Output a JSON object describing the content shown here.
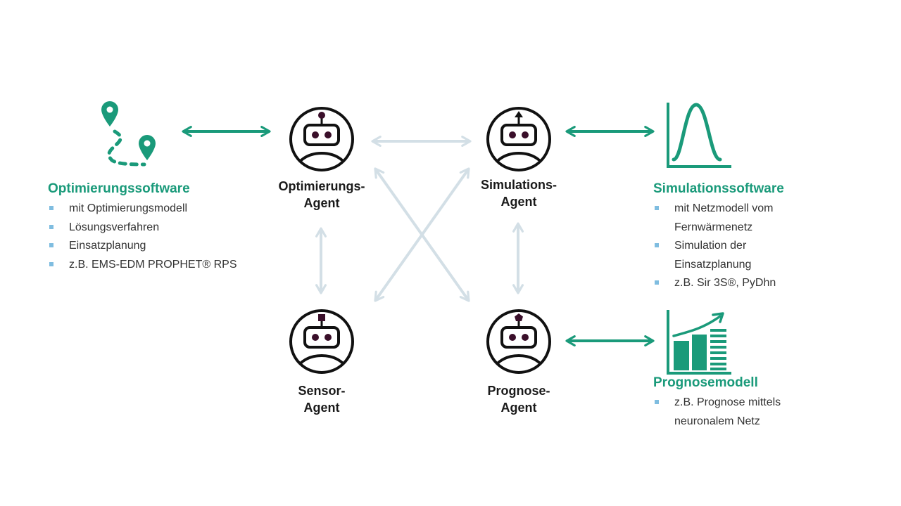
{
  "colors": {
    "accent_green": "#1a9a7a",
    "arrow_light": "#d3dfe6",
    "robot_dark": "#111111",
    "robot_eye": "#3a0f2a",
    "bullet_marker": "#7fbde0"
  },
  "agents": [
    {
      "id": "optimierung",
      "line1": "Optimierungs-",
      "line2": "Agent",
      "antenna": "circle"
    },
    {
      "id": "simulation",
      "line1": "Simulations-",
      "line2": "Agent",
      "antenna": "arrow"
    },
    {
      "id": "sensor",
      "line1": "Sensor-",
      "line2": "Agent",
      "antenna": "square"
    },
    {
      "id": "prognose",
      "line1": "Prognose-",
      "line2": "Agent",
      "antenna": "pentagon"
    }
  ],
  "panels": {
    "optimierung": {
      "title": "Optimierungssoftware",
      "icon": "route-map-pins-icon",
      "items": [
        {
          "lines": [
            "mit Optimierungsmodell"
          ]
        },
        {
          "lines": [
            "Lösungsverfahren"
          ]
        },
        {
          "lines": [
            "Einsatzplanung"
          ]
        },
        {
          "lines": [
            "z.B. EMS-EDM PROPHET® RPS"
          ]
        }
      ]
    },
    "simulation": {
      "title": "Simulationssoftware",
      "icon": "bell-curve-chart-icon",
      "items": [
        {
          "lines": [
            "mit Netzmodell vom",
            "Fernwärmenetz"
          ]
        },
        {
          "lines": [
            "Simulation der",
            "Einsatzplanung"
          ]
        },
        {
          "lines": [
            "z.B. Sir 3S®, PyDhn"
          ]
        }
      ]
    },
    "prognose": {
      "title": "Prognosemodell",
      "icon": "bar-chart-trend-icon",
      "items": [
        {
          "lines": [
            "z.B. Prognose mittels",
            "neuronalem Netz"
          ]
        }
      ]
    }
  },
  "connections": [
    {
      "from": "optimierungssoftware",
      "to": "optimierungs-agent",
      "style": "accent"
    },
    {
      "from": "simulations-agent",
      "to": "simulationssoftware",
      "style": "accent"
    },
    {
      "from": "prognose-agent",
      "to": "prognosemodell",
      "style": "accent"
    },
    {
      "from": "optimierungs-agent",
      "to": "simulations-agent",
      "style": "light"
    },
    {
      "from": "optimierungs-agent",
      "to": "sensor-agent",
      "style": "light"
    },
    {
      "from": "simulations-agent",
      "to": "prognose-agent",
      "style": "light"
    },
    {
      "from": "optimierungs-agent",
      "to": "prognose-agent",
      "style": "light"
    },
    {
      "from": "simulations-agent",
      "to": "sensor-agent",
      "style": "light"
    }
  ]
}
